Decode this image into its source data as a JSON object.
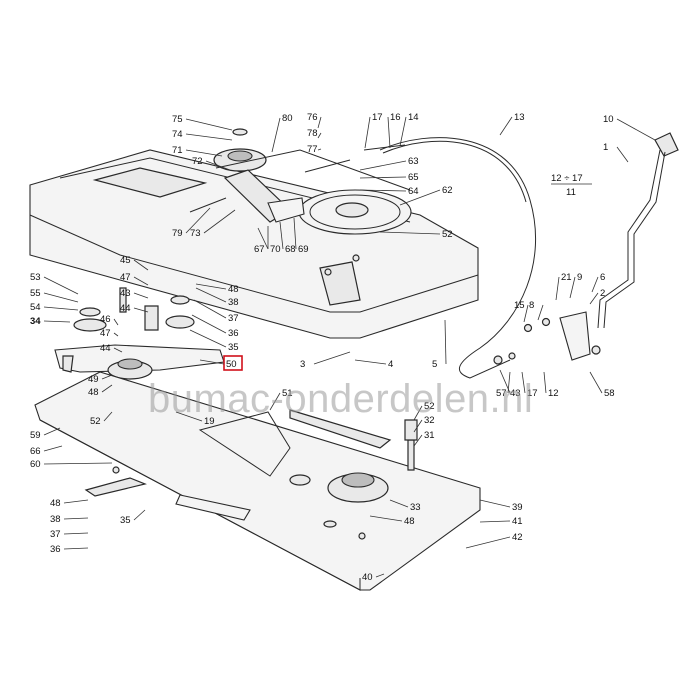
{
  "watermark": "bumac-onderdelen.nl",
  "highlight_color": "#d0101a",
  "highlighted_part": "34",
  "fraction_label": {
    "top": "12 ÷ 17",
    "bottom": "11"
  },
  "part_numbers": [
    "75",
    "74",
    "71",
    "80",
    "76",
    "78",
    "77",
    "17",
    "16",
    "14",
    "13",
    "10",
    "1",
    "72",
    "63",
    "65",
    "64",
    "62",
    "79",
    "73",
    "67",
    "70",
    "68",
    "69",
    "52",
    "45",
    "47",
    "43",
    "44",
    "38",
    "37",
    "36",
    "35",
    "53",
    "55",
    "54",
    "34",
    "46",
    "47",
    "44",
    "50",
    "49",
    "48",
    "52",
    "59",
    "66",
    "60",
    "19",
    "3",
    "4",
    "5",
    "21",
    "9",
    "6",
    "2",
    "8",
    "15",
    "12",
    "58",
    "17",
    "43",
    "57",
    "51",
    "52",
    "32",
    "31",
    "33",
    "48",
    "39",
    "41",
    "42",
    "40",
    "48",
    "38",
    "37",
    "36",
    "35",
    "48"
  ]
}
